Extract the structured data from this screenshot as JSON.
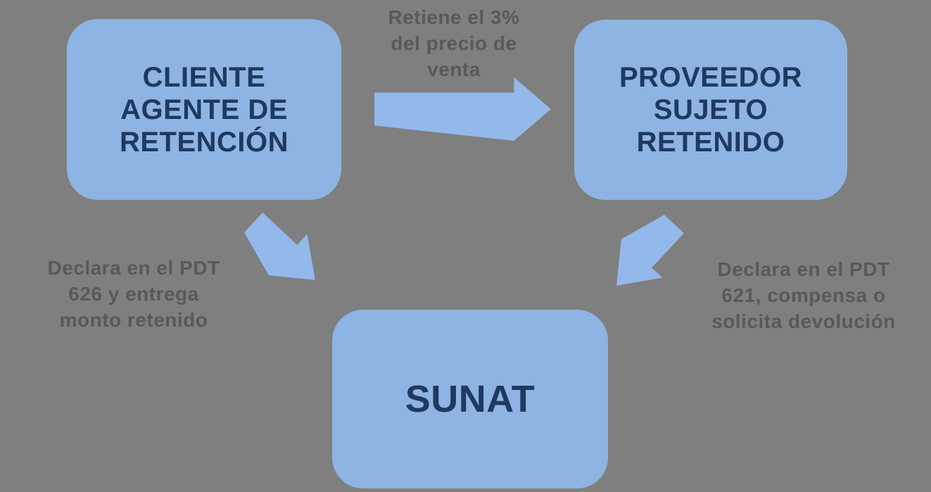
{
  "diagram": {
    "colors": {
      "background": "#7F7F7F",
      "box_fill": "#8DB4E2",
      "box_text": "#1F3A60",
      "arrow_fill": "#92B9EA",
      "label_text": "#595959"
    },
    "nodes": {
      "cliente": {
        "label": "CLIENTE\nAGENTE DE\nRETENCIÓN"
      },
      "proveedor": {
        "label": "PROVEEDOR\nSUJETO\nRETENIDO"
      },
      "sunat": {
        "label": "SUNAT"
      }
    },
    "edges": {
      "retiene": {
        "from": "cliente",
        "to": "proveedor",
        "label": "Retiene el 3%\ndel precio de\nventa"
      },
      "pdt626": {
        "from": "cliente",
        "to": "sunat",
        "label": "Declara en el PDT\n626 y entrega\nmonto retenido"
      },
      "pdt621": {
        "from": "proveedor",
        "to": "sunat",
        "label": "Declara en el PDT\n621, compensa o\nsolicita devolución"
      }
    }
  }
}
